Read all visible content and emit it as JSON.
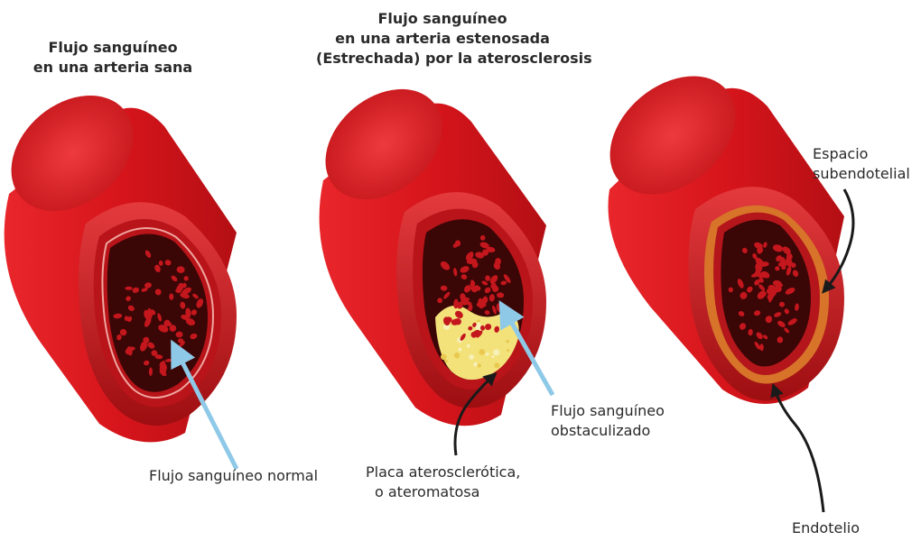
{
  "panels": [
    {
      "title_lines": [
        "Flujo sanguíneo",
        "en una arteria sana"
      ],
      "labels": [
        "Flujo sanguíneo normal"
      ]
    },
    {
      "title_lines": [
        "Flujo sanguíneo",
        "en una arteria estenosada",
        "(Estrechada) por la aterosclerosis"
      ],
      "labels": [
        "Flujo sanguíneo",
        "obstaculizado",
        "Placa aterosclerótica,",
        "o ateromatosa"
      ]
    },
    {
      "labels": [
        "Espacio",
        "subendotelial",
        "Endotelio"
      ]
    }
  ],
  "colors": {
    "artery_outer": "#d8141a",
    "artery_dark": "#8e0b0d",
    "lumen": "#3b0606",
    "blood_cell": "#c3171d",
    "plaque": "#f3e27a",
    "arrow_blue": "#8ec9e8",
    "arrow_black": "#1a1a1a",
    "subendothelial": "#d7742a"
  }
}
